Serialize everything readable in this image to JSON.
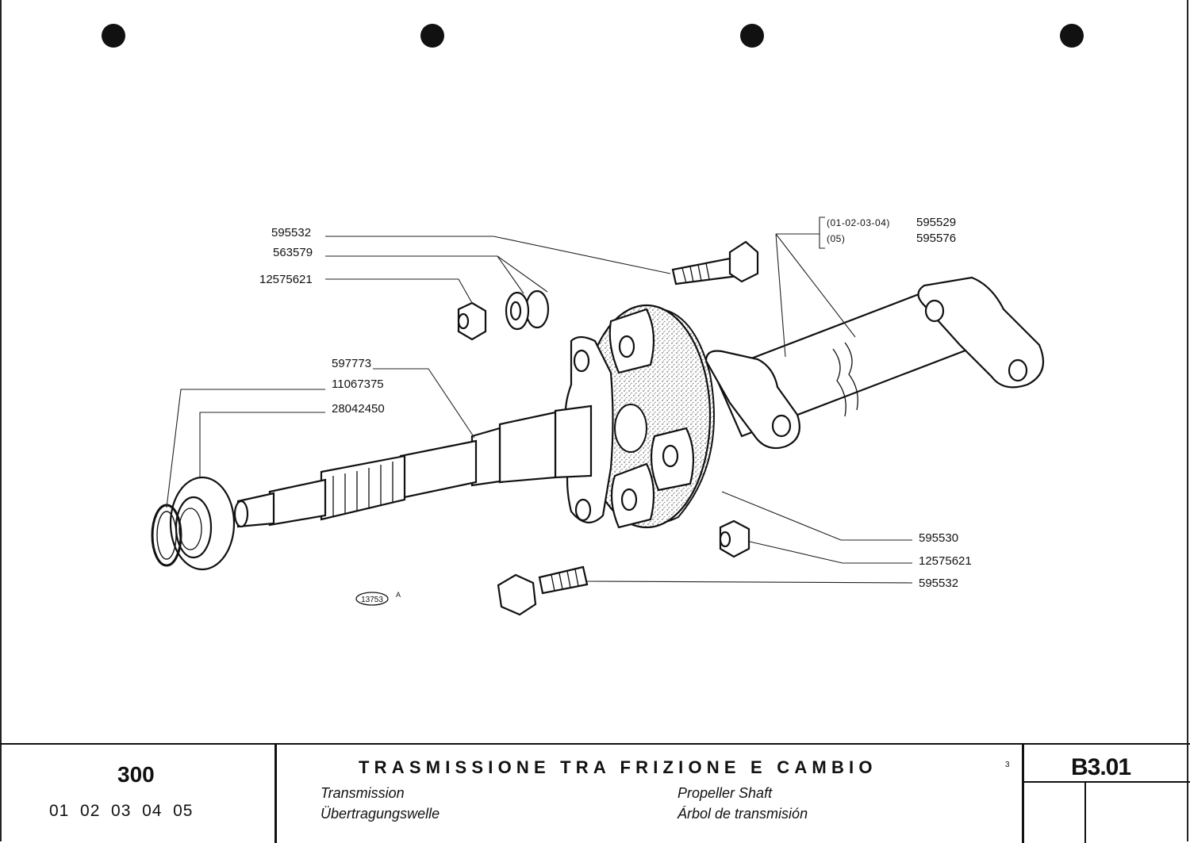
{
  "diagram": {
    "reference_code": "13753",
    "reference_letter": "A",
    "labels": {
      "bolt_top": "595532",
      "washer_top": "563579",
      "nut_top": "12575621",
      "shaft_main": "597773",
      "circlip": "11067375",
      "bearing": "28042450",
      "prop_variant_a_models": "(01-02-03-04)",
      "prop_variant_a_part": "595529",
      "prop_variant_b_models": "(05)",
      "prop_variant_b_part": "595576",
      "coupling": "595530",
      "nut_bottom": "12575621",
      "bolt_bottom": "595532"
    }
  },
  "title_block": {
    "model": "300",
    "variants": "01  02  03  04  05",
    "title_it": "TRASMISSIONE TRA FRIZIONE E CAMBIO",
    "title_en": "Transmission",
    "title_de": "Übertragungswelle",
    "title_fr": "Propeller Shaft",
    "title_es": "Árbol de transmisión",
    "sheet_number": "3",
    "section_code": "B3.01"
  }
}
